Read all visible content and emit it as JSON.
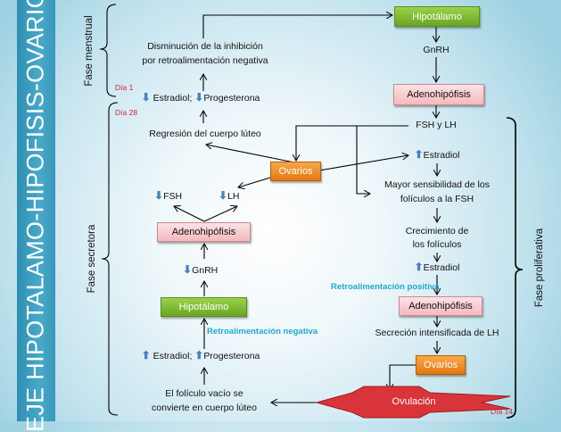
{
  "title": "EJE HIPOTALAMO-HIPOFISIS-OVARIO",
  "phases": {
    "menstrual": "Fase menstrual",
    "secretory": "Fase secretora",
    "proliferative": "Fase proliferativa"
  },
  "days": {
    "day1": "Día 1",
    "day28": "Día 28",
    "day14": "Día 14"
  },
  "left_column": {
    "disminucion_1": "Disminución de la inhibición",
    "disminucion_2": "por retroalimentación negativa",
    "estradiol": "Estradiol;",
    "progesterona": "Progesterona",
    "regresion": "Regresión del cuerpo lúteo",
    "fsh": "FSH",
    "lh": "LH",
    "adenohipofisis": "Adenohipófisis",
    "gnrh": "GnRH",
    "hipotalamo": "Hipotálamo",
    "retro_negativa": "Retroalimentación negativa",
    "estradiol_up": "Estradiol;",
    "progesterona_up": "Progesterona",
    "foliculo_1": "El folículo vacío se",
    "foliculo_2": "convierte en cuerpo lúteo"
  },
  "center": {
    "ovarios": "Ovarios"
  },
  "right_column": {
    "hipotalamo": "Hipotálamo",
    "gnrh": "GnRH",
    "adenohipofisis": "Adenohipófisis",
    "fsh_lh": "FSH y LH",
    "estradiol": "Estradiol",
    "mayor_1": "Mayor sensibilidad de los",
    "mayor_2": "folículos a la FSH",
    "crecimiento_1": "Crecimiento de",
    "crecimiento_2": "los folículos",
    "estradiol_2": "Estradiol",
    "retro_positiva": "Retroalimentación positiva",
    "adenohipofisis_2": "Adenohipófisis",
    "secrecion": "Secreción intensificada de LH",
    "ovarios": "Ovarios",
    "ovulacion": "Ovulación"
  },
  "colors": {
    "hypothalamus": "#7bb52f",
    "pituitary": "#f6c3c6",
    "ovary": "#ee8c24",
    "ovulation": "#d9343a",
    "accent_text": "#1ea9d6",
    "arrow_marker": "#4a7fc1",
    "title_bar": "#3a9cc0"
  }
}
